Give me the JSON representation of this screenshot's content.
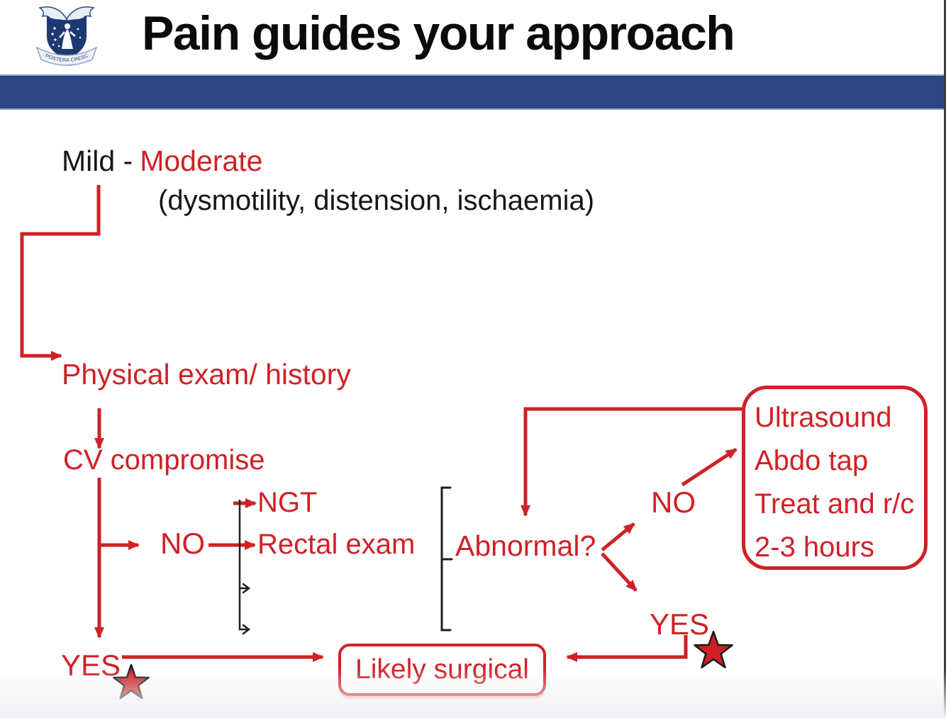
{
  "header": {
    "title": "Pain guides your approach",
    "logo": "university-crest",
    "motto": "POSTERA CRESCAM LAUDE"
  },
  "flow": {
    "mild_label": "Mild -",
    "moderate_label": "Moderate",
    "subtype": "(dysmotility, distension, ischaemia)",
    "physical_exam": "Physical exam/ history",
    "cv_compromise": "CV compromise",
    "no_left": "NO",
    "ngt": "NGT",
    "rectal_exam": "Rectal exam",
    "abnormal": "Abnormal?",
    "no_right": "NO",
    "box_lines": [
      "Ultrasound",
      "Abdo tap",
      "Treat and r/c",
      "2-3 hours"
    ],
    "yes_right": "YES",
    "yes_left": "YES",
    "likely_surgical": "Likely surgical"
  },
  "colors": {
    "accent_red": "#cf2127",
    "banner_blue": "#2b4680",
    "crest_navy": "#1d3a70",
    "text_black": "#161616"
  }
}
